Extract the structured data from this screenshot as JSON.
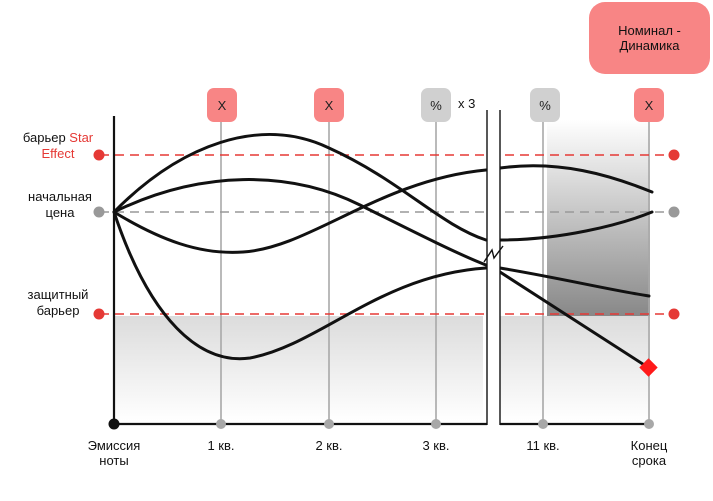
{
  "left_labels": {
    "barrier_prefix": "барьер ",
    "barrier_star": "Star",
    "barrier_effect": "Effect",
    "initial_price_line1": "начальная",
    "initial_price_line2": "цена",
    "protective_line1": "защитный",
    "protective_line2": "барьер"
  },
  "top_boxes": [
    {
      "label": "X",
      "kind": "coupon"
    },
    {
      "label": "X",
      "kind": "coupon"
    },
    {
      "label": "%",
      "kind": "memory"
    },
    {
      "label": "%",
      "kind": "memory"
    },
    {
      "label": "X",
      "kind": "coupon"
    }
  ],
  "multiplier": "x 3",
  "nominal_box": {
    "line1": "Номинал -",
    "line2": "Динамика"
  },
  "timeline": {
    "issue_line1": "Эмиссия",
    "issue_line2": "ноты",
    "q1": "1 кв.",
    "q2": "2 кв.",
    "q3": "3 кв.",
    "q11": "11 кв.",
    "end_line1": "Конец",
    "end_line2": "срока"
  },
  "colors": {
    "barrier_red": "#e53935",
    "initial_grey": "#999999",
    "box_red": "#f88585",
    "box_grey": "#d0d0d0",
    "path_black": "#111111"
  }
}
